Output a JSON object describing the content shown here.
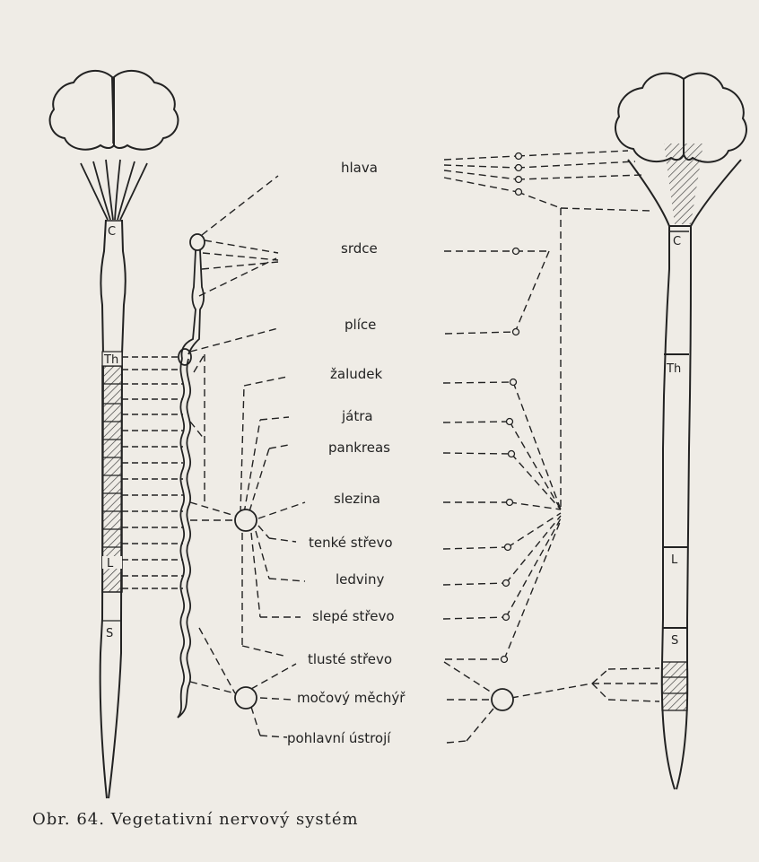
{
  "figure": {
    "caption": "Obr. 64. Vegetativní nervový systém",
    "organs": [
      {
        "id": "hlava",
        "label": "hlava"
      },
      {
        "id": "srdce",
        "label": "srdce"
      },
      {
        "id": "plice",
        "label": "plíce"
      },
      {
        "id": "zaludek",
        "label": "žaludek"
      },
      {
        "id": "jatra",
        "label": "játra"
      },
      {
        "id": "pankreas",
        "label": "pankreas"
      },
      {
        "id": "slezina",
        "label": "slezina"
      },
      {
        "id": "tenke",
        "label": "tenké střevo"
      },
      {
        "id": "ledviny",
        "label": "ledviny"
      },
      {
        "id": "slepe",
        "label": "slepé střevo"
      },
      {
        "id": "tluste",
        "label": "tlusté střevo"
      },
      {
        "id": "mocovy",
        "label": "močový měchýř"
      },
      {
        "id": "pohlavni",
        "label": "pohlavní ústrojí"
      }
    ],
    "left_segments": {
      "c": "C",
      "th": "Th",
      "l": "L",
      "s": "S"
    },
    "right_segments": {
      "c": "C",
      "th": "Th",
      "l": "L",
      "s": "S"
    }
  }
}
